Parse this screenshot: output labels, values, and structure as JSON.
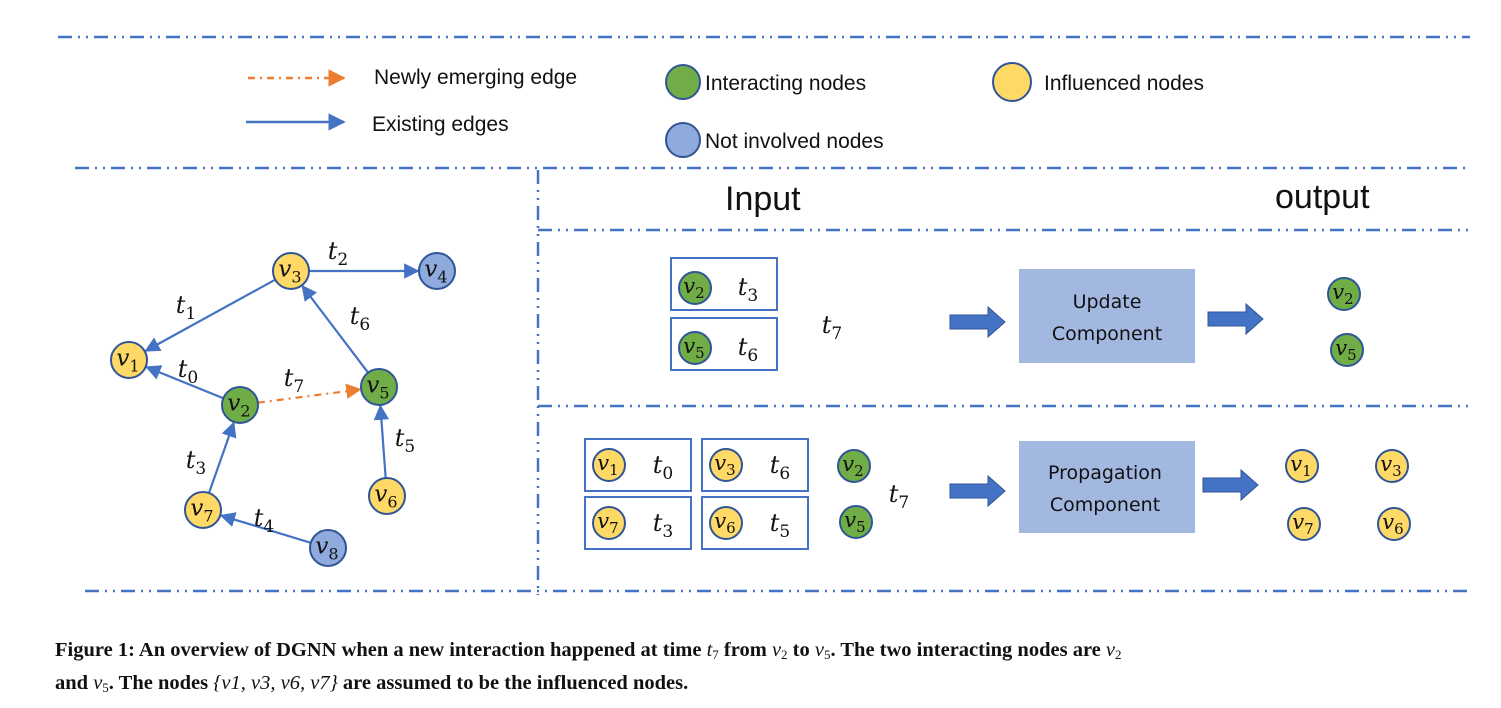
{
  "colors": {
    "divider": "#4472C4",
    "edge_existing": "#4472C4",
    "edge_new": "#ED7D31",
    "interacting": "#70AD47",
    "influenced": "#FFD966",
    "not_involved": "#8FAADC",
    "node_stroke": "#2F5597",
    "component_fill": "#A2B8E0",
    "block_arrow": "#4472C4"
  },
  "legend": {
    "new_edge": "Newly emerging edge",
    "existing_edge": "Existing edges",
    "interacting": "Interacting nodes",
    "influenced": "Influenced nodes",
    "not_involved": "Not involved nodes"
  },
  "graph": {
    "nodes": [
      {
        "id": "v1",
        "label": "v",
        "sub": "1",
        "type": "influenced"
      },
      {
        "id": "v2",
        "label": "v",
        "sub": "2",
        "type": "interacting"
      },
      {
        "id": "v3",
        "label": "v",
        "sub": "3",
        "type": "influenced"
      },
      {
        "id": "v4",
        "label": "v",
        "sub": "4",
        "type": "not_involved"
      },
      {
        "id": "v5",
        "label": "v",
        "sub": "5",
        "type": "interacting"
      },
      {
        "id": "v6",
        "label": "v",
        "sub": "6",
        "type": "influenced"
      },
      {
        "id": "v7",
        "label": "v",
        "sub": "7",
        "type": "influenced"
      },
      {
        "id": "v8",
        "label": "v",
        "sub": "8",
        "type": "not_involved"
      }
    ],
    "edges": [
      {
        "from": "v2",
        "to": "v1",
        "label": "t",
        "sub": "0",
        "type": "existing"
      },
      {
        "from": "v3",
        "to": "v1",
        "label": "t",
        "sub": "1",
        "type": "existing"
      },
      {
        "from": "v3",
        "to": "v4",
        "label": "t",
        "sub": "2",
        "type": "existing"
      },
      {
        "from": "v7",
        "to": "v2",
        "label": "t",
        "sub": "3",
        "type": "existing"
      },
      {
        "from": "v8",
        "to": "v7",
        "label": "t",
        "sub": "4",
        "type": "existing"
      },
      {
        "from": "v6",
        "to": "v5",
        "label": "t",
        "sub": "5",
        "type": "existing"
      },
      {
        "from": "v5",
        "to": "v3",
        "label": "t",
        "sub": "6",
        "type": "existing"
      },
      {
        "from": "v2",
        "to": "v5",
        "label": "t",
        "sub": "7",
        "type": "new"
      }
    ]
  },
  "panel": {
    "input_title": "Input",
    "output_title": "output",
    "update": {
      "inputs": [
        {
          "node": "v",
          "node_sub": "2",
          "time": "t",
          "time_sub": "3"
        },
        {
          "node": "v",
          "node_sub": "5",
          "time": "t",
          "time_sub": "6"
        }
      ],
      "current_time": {
        "label": "t",
        "sub": "7"
      },
      "component_line1": "Update",
      "component_line2": "Component",
      "outputs": [
        {
          "node": "v",
          "sub": "2",
          "type": "interacting"
        },
        {
          "node": "v",
          "sub": "5",
          "type": "interacting"
        }
      ]
    },
    "propagation": {
      "inputs": [
        {
          "node": "v",
          "node_sub": "1",
          "time": "t",
          "time_sub": "0"
        },
        {
          "node": "v",
          "node_sub": "3",
          "time": "t",
          "time_sub": "6"
        },
        {
          "node": "v",
          "node_sub": "7",
          "time": "t",
          "time_sub": "3"
        },
        {
          "node": "v",
          "node_sub": "6",
          "time": "t",
          "time_sub": "5"
        }
      ],
      "interacting": [
        {
          "node": "v",
          "sub": "2"
        },
        {
          "node": "v",
          "sub": "5"
        }
      ],
      "current_time": {
        "label": "t",
        "sub": "7"
      },
      "component_line1": "Propagation",
      "component_line2": "Component",
      "outputs": [
        {
          "node": "v",
          "sub": "1",
          "type": "influenced"
        },
        {
          "node": "v",
          "sub": "3",
          "type": "influenced"
        },
        {
          "node": "v",
          "sub": "7",
          "type": "influenced"
        },
        {
          "node": "v",
          "sub": "6",
          "type": "influenced"
        }
      ]
    }
  },
  "caption": {
    "line1_a": "Figure 1: An overview of DGNN when a new interaction happened at time ",
    "t7": "t",
    "t7_sub": "7",
    "line1_b": " from ",
    "v2": "v",
    "v2_sub": "2",
    "line1_c": " to ",
    "v5": "v",
    "v5_sub": "5",
    "line1_d": ". The two interacting nodes are ",
    "v2b": "v",
    "v2b_sub": "2",
    "line2_a": "and ",
    "v5b": "v",
    "v5b_sub": "5",
    "line2_b": ". The nodes ",
    "set": "{v1, v3, v6, v7}",
    "line2_c": " are assumed to be the influenced nodes."
  }
}
